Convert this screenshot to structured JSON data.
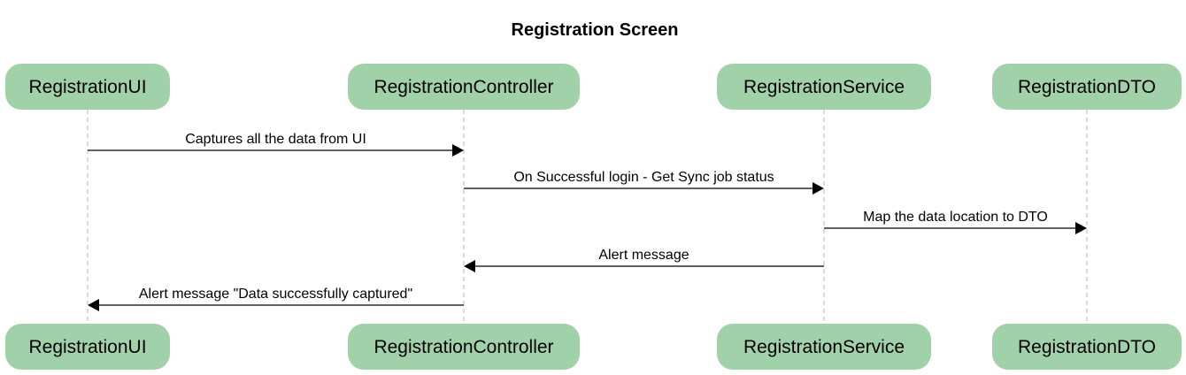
{
  "title": "Registration Screen",
  "colors": {
    "participant_fill": "#a0d1a9",
    "lifeline": "#b5b5b5",
    "arrow": "#000000"
  },
  "participants": [
    {
      "id": "ui",
      "label": "RegistrationUI"
    },
    {
      "id": "controller",
      "label": "RegistrationController"
    },
    {
      "id": "service",
      "label": "RegistrationService"
    },
    {
      "id": "dto",
      "label": "RegistrationDTO"
    }
  ],
  "messages": [
    {
      "from": "ui",
      "to": "controller",
      "label": "Captures all the data from UI"
    },
    {
      "from": "controller",
      "to": "service",
      "label": "On Successful login - Get Sync job status"
    },
    {
      "from": "service",
      "to": "dto",
      "label": "Map the data location to DTO"
    },
    {
      "from": "service",
      "to": "controller",
      "label": "Alert message"
    },
    {
      "from": "controller",
      "to": "ui",
      "label": "Alert message \"Data successfully captured\""
    }
  ]
}
